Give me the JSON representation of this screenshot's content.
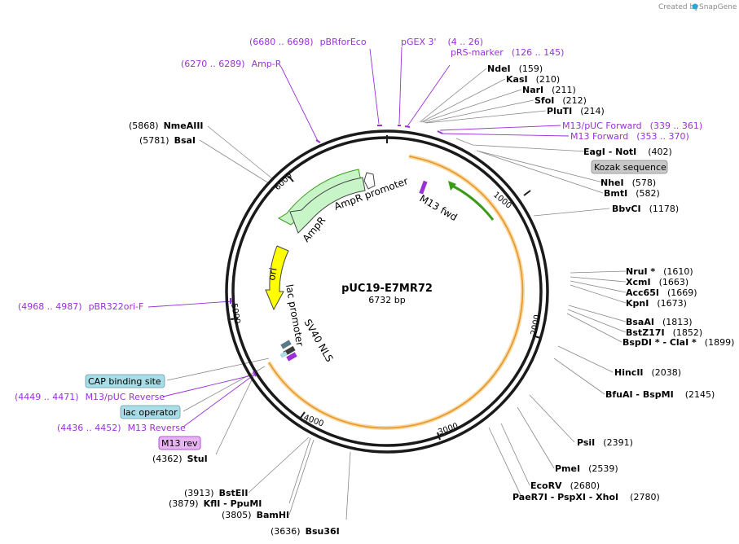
{
  "credit": {
    "text": "Created by",
    "brand": "SnapGene"
  },
  "plasmid": {
    "name": "pUC19-E7MR72",
    "size": "6732 bp"
  },
  "features": {
    "ampr": "AmpR",
    "ampr_promoter": "AmpR promoter",
    "ori": "ori",
    "lac_promoter": "lac promoter",
    "sv40_nls": "SV40 NLS",
    "m13_fwd": "M13 fwd"
  },
  "ticks": [
    "1000",
    "2000",
    "3000",
    "4000",
    "5000",
    "6000"
  ],
  "enzymes": [
    {
      "name": "NdeI",
      "pos": "(159)"
    },
    {
      "name": "KasI",
      "pos": "(210)"
    },
    {
      "name": "NarI",
      "pos": "(211)"
    },
    {
      "name": "SfoI",
      "pos": "(212)"
    },
    {
      "name": "PluTI",
      "pos": "(214)"
    },
    {
      "name": "EagI  - NotI",
      "pos": "(402)"
    },
    {
      "name": "NheI",
      "pos": "(578)"
    },
    {
      "name": "BmtI",
      "pos": "(582)"
    },
    {
      "name": "BbvCI",
      "pos": "(1178)"
    },
    {
      "name": "NruI *",
      "pos": "(1610)"
    },
    {
      "name": "XcmI",
      "pos": "(1663)"
    },
    {
      "name": "Acc65I",
      "pos": "(1669)"
    },
    {
      "name": "KpnI",
      "pos": "(1673)"
    },
    {
      "name": "BsaAI",
      "pos": "(1813)"
    },
    {
      "name": "BstZ17I",
      "pos": "(1852)"
    },
    {
      "name": "BspDI *  - ClaI *",
      "pos": "(1899)"
    },
    {
      "name": "HincII",
      "pos": "(2038)"
    },
    {
      "name": "BfuAI  - BspMI",
      "pos": "(2145)"
    },
    {
      "name": "PsiI",
      "pos": "(2391)"
    },
    {
      "name": "PmeI",
      "pos": "(2539)"
    },
    {
      "name": "EcoRV",
      "pos": "(2680)"
    },
    {
      "name": "PaeR7I  - PspXI  - XhoI",
      "pos": "(2780)"
    },
    {
      "name": "Bsu36I",
      "pos": "(3636)"
    },
    {
      "name": "BamHI",
      "pos": "(3805)"
    },
    {
      "name": "KflI  - PpuMI",
      "pos": "(3879)"
    },
    {
      "name": "BstEII",
      "pos": "(3913)"
    },
    {
      "name": "StuI",
      "pos": "(4362)"
    },
    {
      "name": "BsaI",
      "pos": "(5781)"
    },
    {
      "name": "NmeAIII",
      "pos": "(5868)"
    }
  ],
  "primers": [
    {
      "range": "(6680 .. 6698)",
      "name": "pBRforEco"
    },
    {
      "range": "(6270 .. 6289)",
      "name": "Amp-R"
    },
    {
      "range": "(4 .. 26)",
      "name": "pGEX 3'"
    },
    {
      "range": "(126 .. 145)",
      "name": "pRS-marker"
    },
    {
      "range": "(339 .. 361)",
      "name": "M13/pUC Forward"
    },
    {
      "range": "(353 .. 370)",
      "name": "M13 Forward"
    },
    {
      "range": "(4968 .. 4987)",
      "name": "pBR322ori-F"
    },
    {
      "range": "(4449 .. 4471)",
      "name": "M13/pUC Reverse"
    },
    {
      "range": "(4436 .. 4452)",
      "name": "M13 Reverse"
    }
  ],
  "boxed": {
    "kozak": "Kozak sequence",
    "cap": "CAP binding site",
    "lac_operator": "lac operator",
    "m13_rev": "M13 rev"
  },
  "colors": {
    "backbone": "#1a1a1a",
    "insert": "#f2a33a",
    "ampr": "#c8f5c8",
    "ori": "#ffff00",
    "primer": "#9b30d9",
    "green_arrow": "#3a9a1a",
    "kozak_box": "#c8c8c8",
    "cap_box": "#a8dce6",
    "m13rev_box": "#e6b4f0"
  }
}
